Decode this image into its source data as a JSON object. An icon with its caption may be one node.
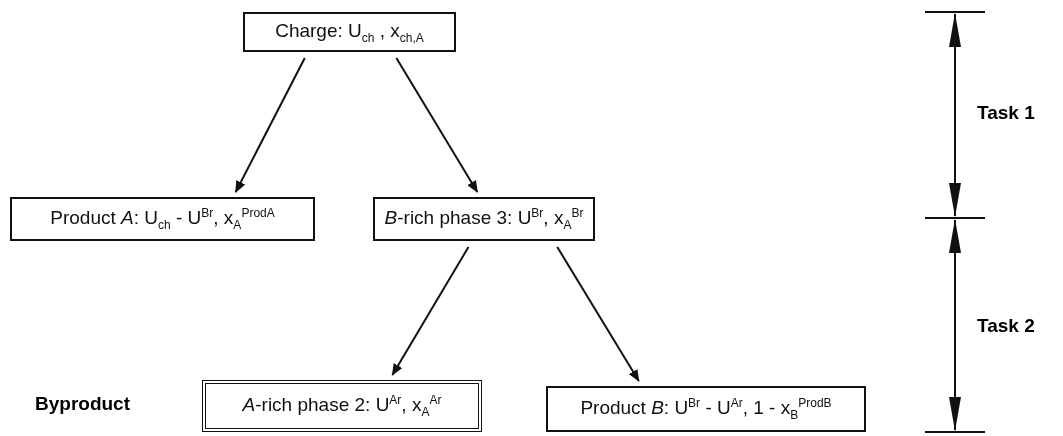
{
  "diagram": {
    "nodes": [
      {
        "text": [
          "Charge: U$_{ch}$ , x$_{ch,A}$"
        ]
      },
      {
        "text": [
          "Product *A*: U$_{ch}$ - U$^{Br}$, x$_{A}$$^{ProdA}$"
        ]
      },
      {
        "text": [
          "*B*-rich phase 3: U$^{Br}$, x$_{A}$$^{Br}$"
        ]
      },
      {
        "text": [
          "*A*-rich phase 2: U$^{Ar}$, x$_{A}$$^{Ar}$"
        ],
        "beside": [
          "Byproduct"
        ]
      },
      {
        "text": [
          "Product *B*: U$^{Br}$ - U$^{Ar}$, 1 - x$_{B}$$^{ProdB}$"
        ]
      }
    ],
    "edges": [
      {
        "from": 0,
        "to": 1,
        "arrow": "to"
      },
      {
        "from": 0,
        "to": 2,
        "arrow": "to"
      },
      {
        "from": 2,
        "to": 3,
        "arrow": "to"
      },
      {
        "from": 2,
        "to": 4,
        "arrow": "to"
      }
    ],
    "labels": [
      "Task 1",
      "Task 2"
    ]
  }
}
